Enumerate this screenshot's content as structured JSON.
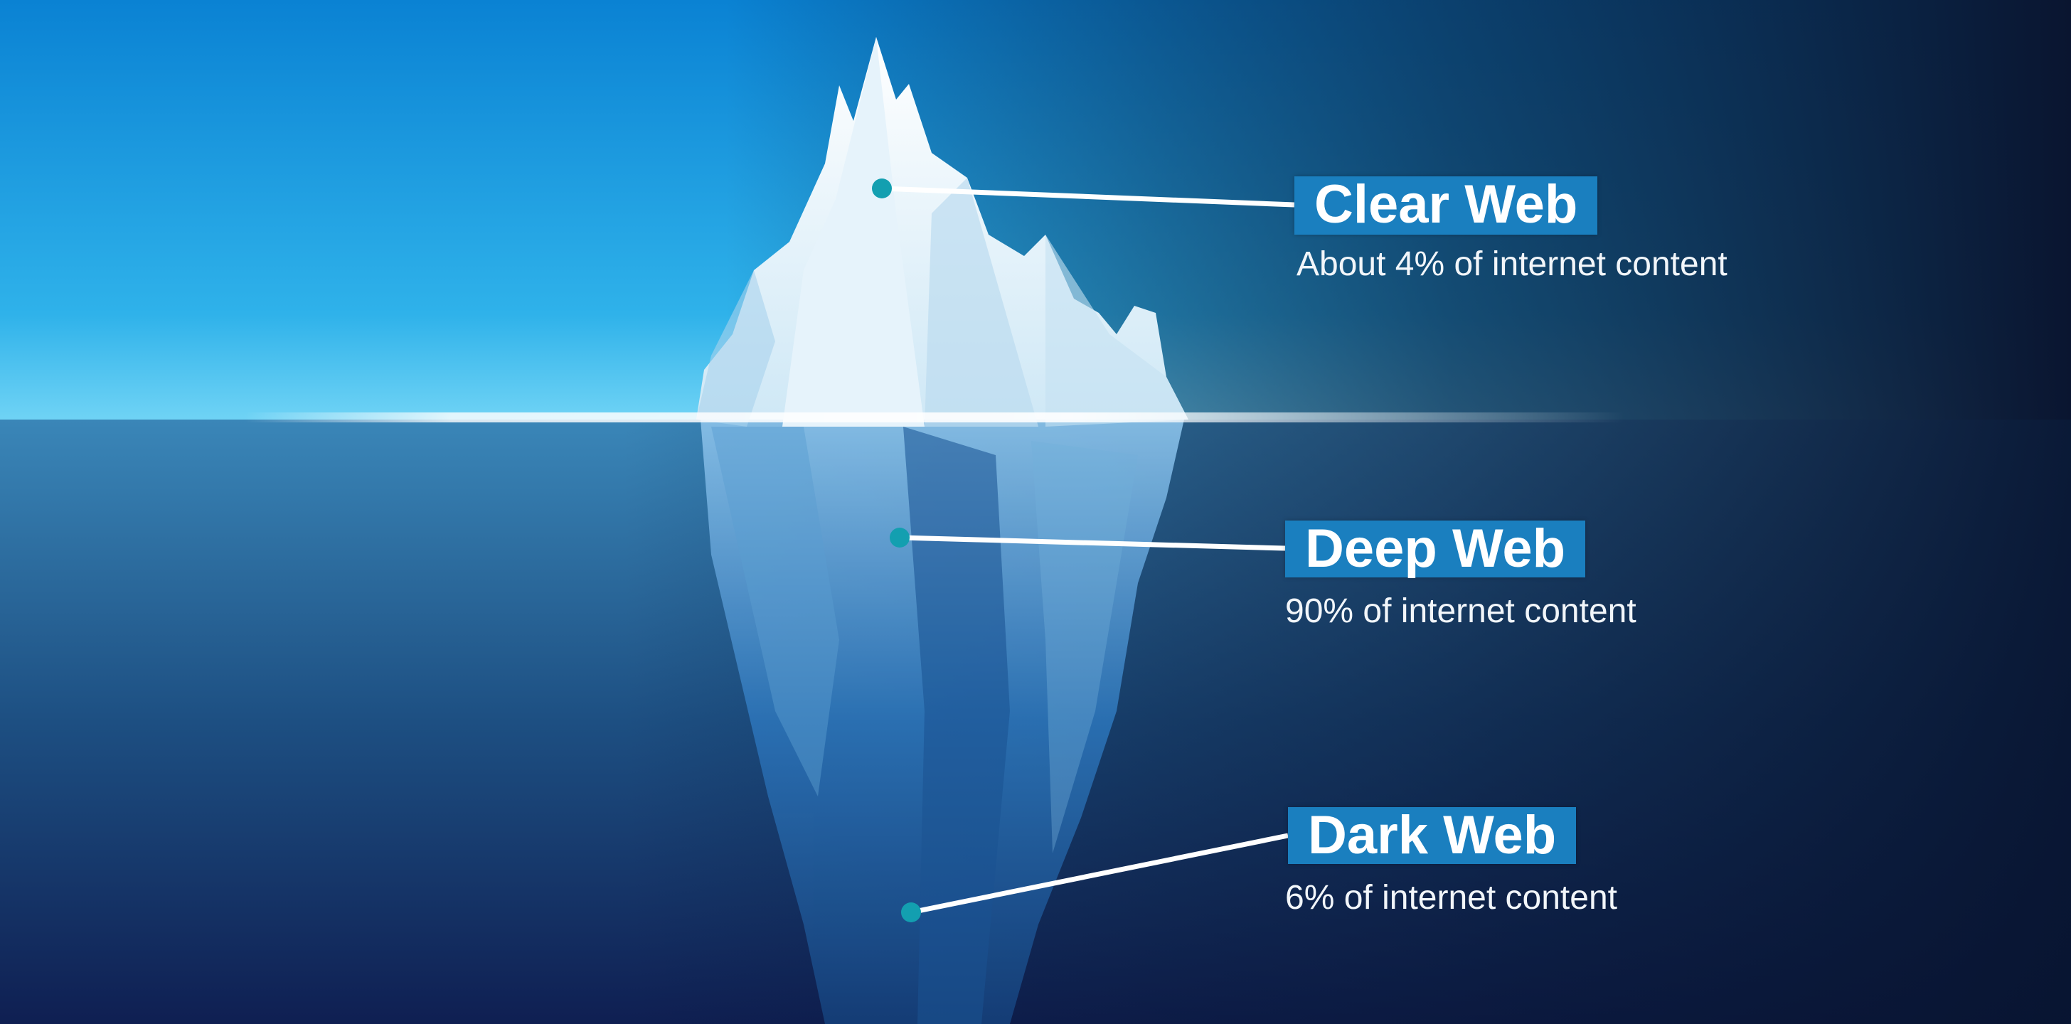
{
  "colors": {
    "sky_top": "#0a86d6",
    "horizon": "#62cdf3",
    "deep_navy": "#0a1530",
    "label_box": "#1a7fbf",
    "marker_dot": "#139fb0"
  },
  "layers": [
    {
      "title": "Clear Web",
      "subtitle": "About 4% of internet content"
    },
    {
      "title": "Deep Web",
      "subtitle": "90% of internet content"
    },
    {
      "title": "Dark Web",
      "subtitle": "6% of internet content"
    }
  ]
}
